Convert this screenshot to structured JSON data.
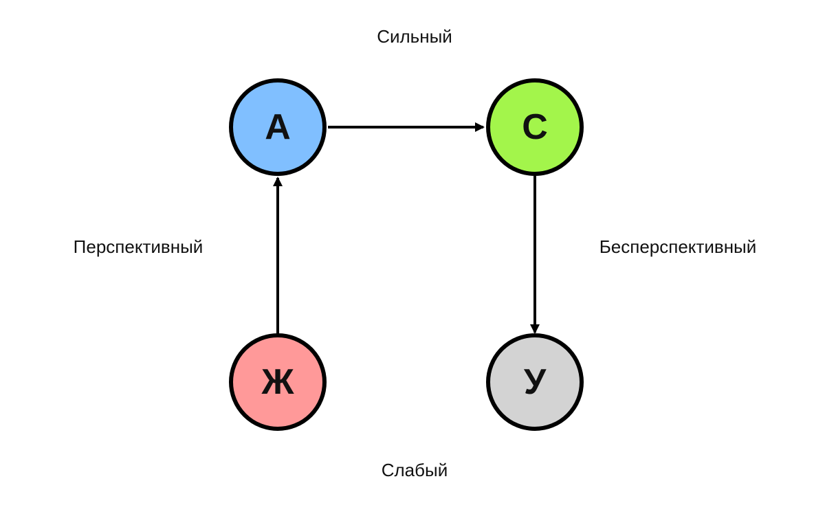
{
  "labels": {
    "top": "Сильный",
    "bottom": "Слабый",
    "left": "Перспективный",
    "right": "Бесперспективный"
  },
  "nodes": {
    "a": {
      "letter": "А",
      "color": "#80bfff"
    },
    "c": {
      "letter": "С",
      "color": "#a3f54b"
    },
    "zh": {
      "letter": "Ж",
      "color": "#ff9999"
    },
    "u": {
      "letter": "У",
      "color": "#d3d3d3"
    }
  },
  "edges": [
    {
      "from": "a",
      "to": "c"
    },
    {
      "from": "c",
      "to": "u"
    },
    {
      "from": "zh",
      "to": "a"
    }
  ]
}
